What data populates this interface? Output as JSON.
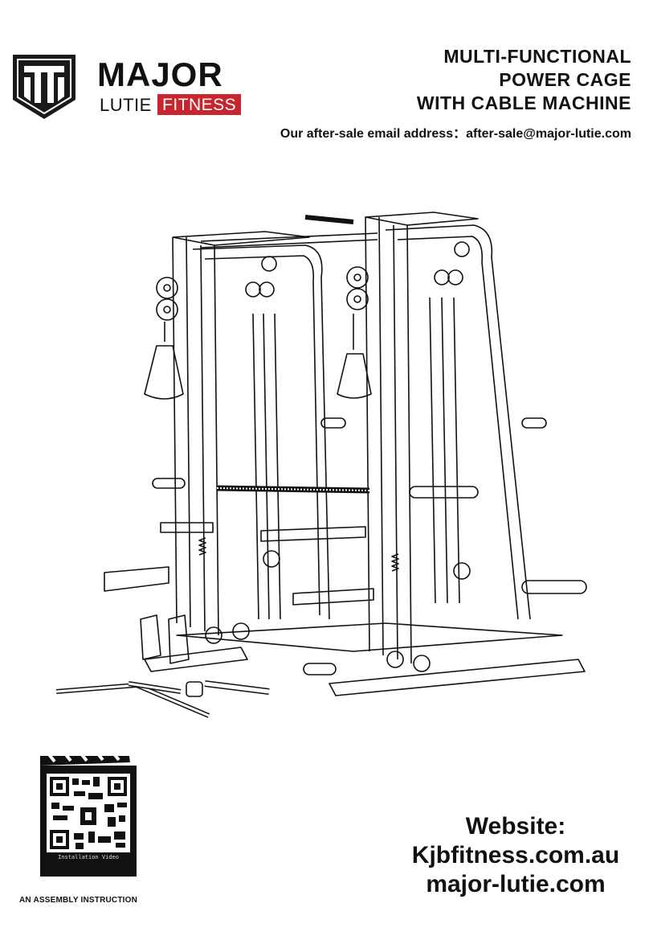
{
  "brand": {
    "name_main": "MAJOR",
    "name_sub": "LUTIE",
    "name_tag": "FITNESS",
    "accent_color": "#c8252f"
  },
  "title": {
    "lines": [
      "MULTI-FUNCTIONAL",
      "POWER CAGE",
      "WITH CABLE MACHINE"
    ]
  },
  "contact": {
    "email_line": "Our after-sale email address：after-sale@major-lutie.com"
  },
  "qr": {
    "caption": "Installation Video"
  },
  "footer": {
    "assembly_label": "AN  ASSEMBLY INSTRUCTION",
    "website_heading": "Website:",
    "website_1": "Kjbfitness.com.au",
    "website_2": "major-lutie.com"
  }
}
